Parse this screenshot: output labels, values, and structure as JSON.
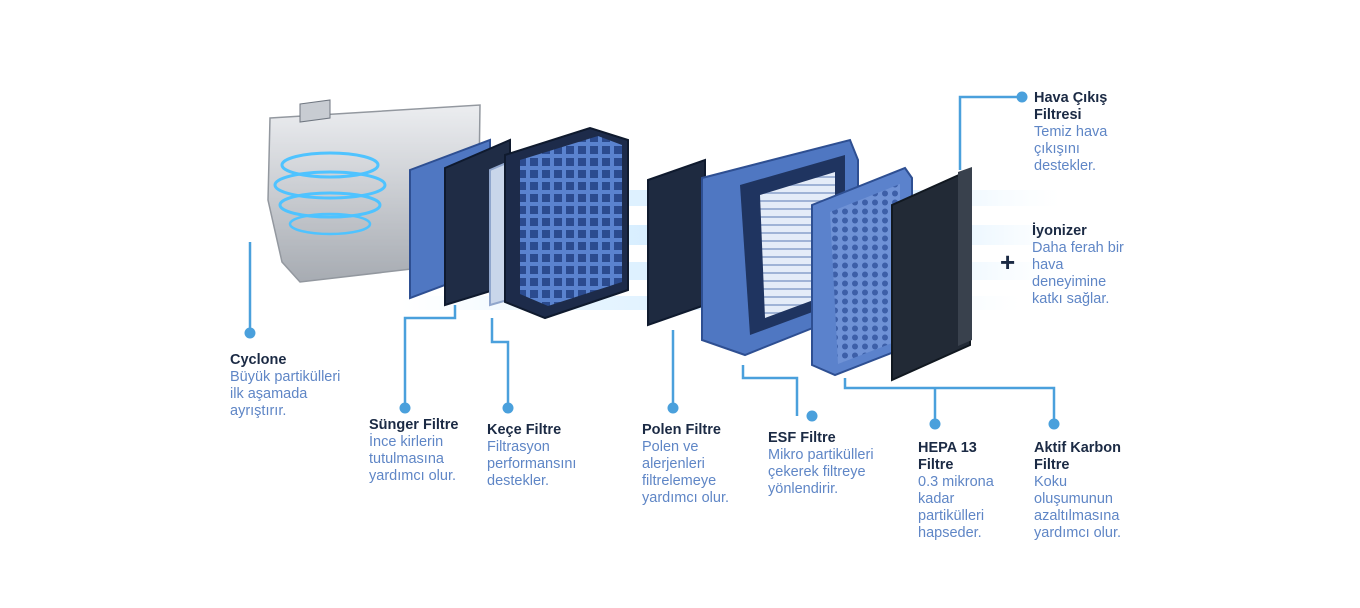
{
  "colors": {
    "connector": "#4aa0dc",
    "title": "#1b2a44",
    "description": "#5f86c6",
    "filter_blue": "#4f77c2",
    "frame_dark": "#1f3460",
    "airflow": "#bfe4ff"
  },
  "labels": {
    "cyclone": {
      "title": "Cyclone",
      "desc": "Büyük partikülleri ilk aşamada ayrıştırır."
    },
    "sunger": {
      "title": "Sünger Filtre",
      "desc": "İnce kirlerin tutulmasına yardımcı olur."
    },
    "kece": {
      "title": "Keçe Filtre",
      "desc": "Filtrasyon performansını destekler."
    },
    "polen": {
      "title": "Polen Filtre",
      "desc": "Polen ve alerjenleri filtrelemeye yardımcı olur."
    },
    "esf": {
      "title": "ESF Filtre",
      "desc": "Mikro partikülleri çekerek filtreye yönlendirir."
    },
    "hepa": {
      "title": "HEPA 13 Filtre",
      "desc": "0.3 mikrona kadar partikülleri hapseder."
    },
    "karbon": {
      "title": "Aktif Karbon Filtre",
      "desc": "Koku oluşumunun azaltılmasına yardımcı olur."
    },
    "cikis": {
      "title": "Hava Çıkış Filtresi",
      "desc": "Temiz hava çıkışını destekler."
    },
    "iyonizer": {
      "title": "İyonizer",
      "desc": "Daha ferah bir hava deneyimine katkı sağlar."
    }
  },
  "ionizer_symbol": "+",
  "icons": [
    "cyclone-container-illustration",
    "sponge-filter-illustration",
    "felt-filter-illustration",
    "pollen-filter-illustration",
    "esf-filter-illustration",
    "hepa-filter-illustration",
    "carbon-filter-illustration",
    "outlet-filter-illustration",
    "airflow-illustration"
  ]
}
